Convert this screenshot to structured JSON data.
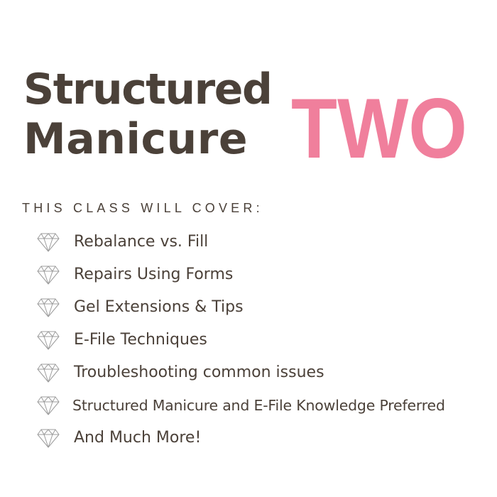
{
  "title": {
    "line1": "Structured",
    "line2": "Manicure",
    "accent": "TWO"
  },
  "colors": {
    "title_dark": "#4b4139",
    "accent_pink": "#f07f9c",
    "diamond_gray": "#9c9c9c"
  },
  "subtitle": "THIS CLASS WILL COVER:",
  "items": [
    {
      "icon": "diamond-icon",
      "text": "Rebalance vs. Fill"
    },
    {
      "icon": "diamond-icon",
      "text": "Repairs Using Forms"
    },
    {
      "icon": "diamond-icon",
      "text": "Gel Extensions & Tips"
    },
    {
      "icon": "diamond-icon",
      "text": "E-File Techniques"
    },
    {
      "icon": "diamond-icon",
      "text": "Troubleshooting common issues"
    },
    {
      "icon": "diamond-icon",
      "text": "Structured Manicure and E-File Knowledge Preferred"
    },
    {
      "icon": "diamond-icon",
      "text": "And Much More!"
    }
  ]
}
